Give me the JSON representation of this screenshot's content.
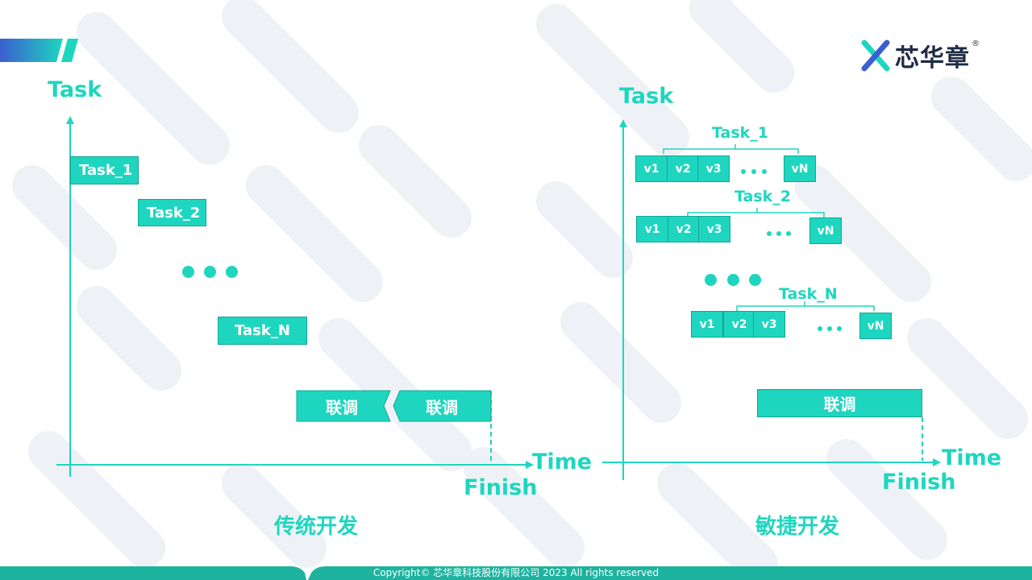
{
  "logo": {
    "text": "芯华章",
    "reg": "®"
  },
  "left": {
    "y_label": "Task",
    "x_label": "Time",
    "finish_label": "Finish",
    "tasks": [
      "Task_1",
      "Task_2",
      "Task_N"
    ],
    "integration": [
      "联调",
      "联调"
    ],
    "caption": "传统开发"
  },
  "right": {
    "y_label": "Task",
    "x_label": "Time",
    "finish_label": "Finish",
    "groups": [
      {
        "name": "Task_1",
        "versions": [
          "v1",
          "v2",
          "v3",
          "vN"
        ]
      },
      {
        "name": "Task_2",
        "versions": [
          "v1",
          "v2",
          "v3",
          "vN"
        ]
      },
      {
        "name": "Task_N",
        "versions": [
          "v1",
          "v2",
          "v3",
          "vN"
        ]
      }
    ],
    "integration": "联调",
    "caption": "敏捷开发"
  },
  "footer": {
    "text": "Copyright© 芯华章科技股份有限公司 2023 All rights reserved"
  },
  "colors": {
    "accent": "#1ed6bf",
    "accent_dark": "#13a693",
    "logo_text": "#1f2a44"
  }
}
